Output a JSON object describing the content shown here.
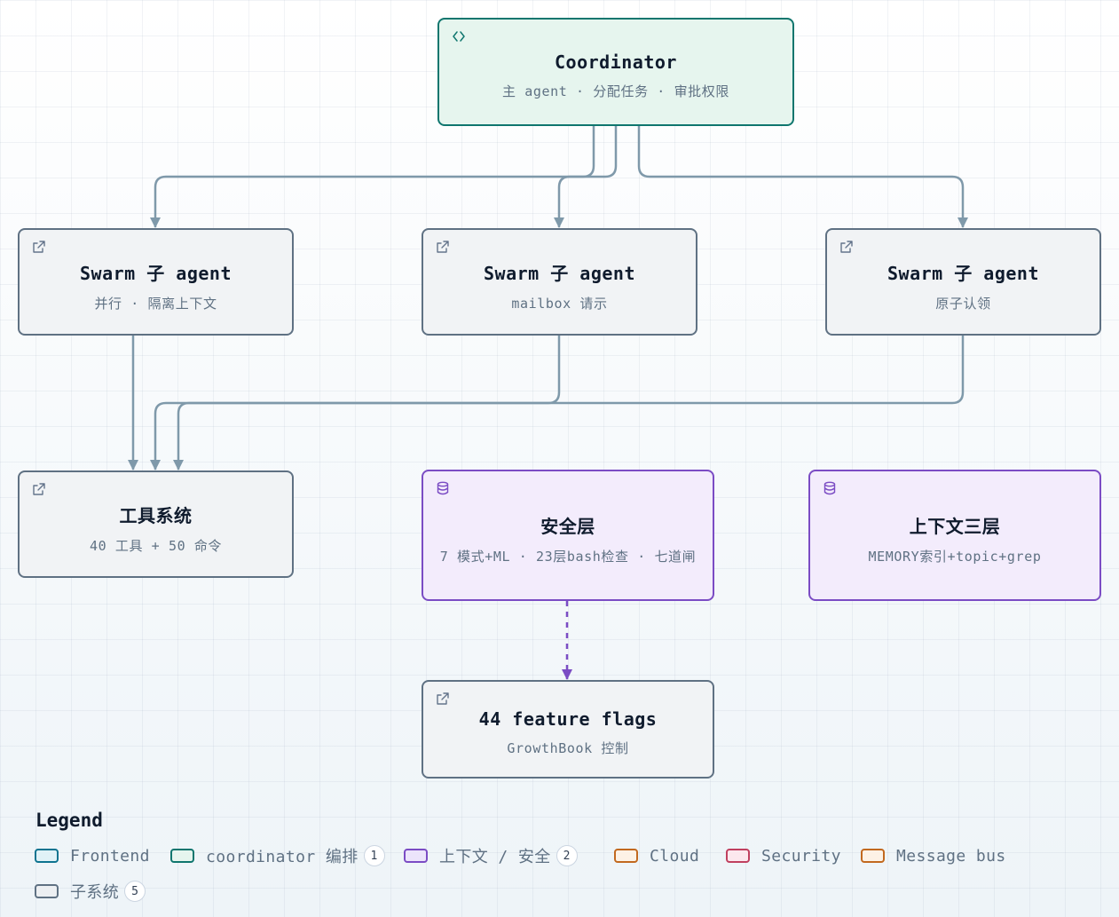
{
  "nodes": {
    "coordinator": {
      "title": "Coordinator",
      "subtitle": "主 agent · 分配任务 · 审批权限",
      "icon": "code-brackets-icon"
    },
    "swarm_left": {
      "title": "Swarm 子 agent",
      "subtitle": "并行 · 隔离上下文",
      "icon": "external-link-icon"
    },
    "swarm_mid": {
      "title": "Swarm 子 agent",
      "subtitle": "mailbox 请示",
      "icon": "external-link-icon"
    },
    "swarm_right": {
      "title": "Swarm 子 agent",
      "subtitle": "原子认领",
      "icon": "external-link-icon"
    },
    "tools": {
      "title": "工具系统",
      "subtitle": "40 工具 + 50 命令",
      "icon": "external-link-icon"
    },
    "security": {
      "title": "安全层",
      "subtitle": "7 模式+ML · 23层bash检查 · 七道闸",
      "icon": "database-icon"
    },
    "context": {
      "title": "上下文三层",
      "subtitle": "MEMORY索引+topic+grep",
      "icon": "database-icon"
    },
    "flags": {
      "title": "44 feature flags",
      "subtitle": "GrowthBook 控制",
      "icon": "external-link-icon"
    }
  },
  "legend": {
    "title": "Legend",
    "items": [
      {
        "label": "Frontend",
        "count": "",
        "border": "#0e7490",
        "fill": "#e0f2f7"
      },
      {
        "label": "coordinator 编排",
        "count": "1",
        "border": "#0f766e",
        "fill": "#e6f5ee"
      },
      {
        "label": "上下文 / 安全",
        "count": "2",
        "border": "#7b4cc4",
        "fill": "#ece4fb"
      },
      {
        "label": "Cloud",
        "count": "",
        "border": "#c2691f",
        "fill": "#fdf2e6"
      },
      {
        "label": "Security",
        "count": "",
        "border": "#c0405f",
        "fill": "#fce8ee"
      },
      {
        "label": "Message bus",
        "count": "",
        "border": "#c2691f",
        "fill": "#fdf2e6"
      },
      {
        "label": "子系统",
        "count": "5",
        "border": "#5f7183",
        "fill": "#eceff2"
      }
    ]
  },
  "colors": {
    "edge": "#7f99aa",
    "edge_dashed": "#7b4cc4",
    "node_border": "#5f7183",
    "coordinator_border": "#0f766e",
    "purple_border": "#7b4cc4"
  }
}
